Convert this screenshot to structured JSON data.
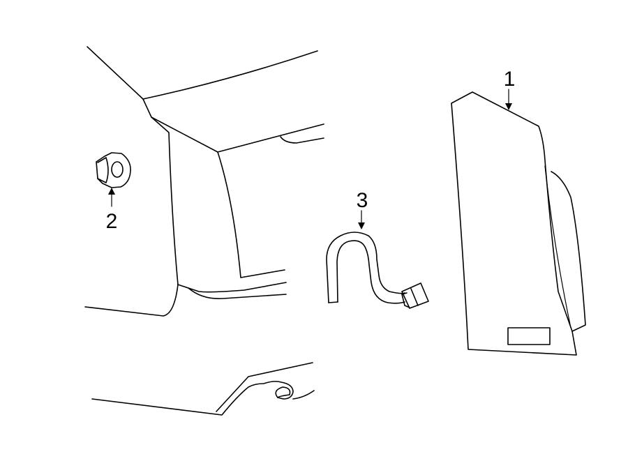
{
  "callouts": [
    {
      "number": "1",
      "part": "tail-lamp-assembly"
    },
    {
      "number": "2",
      "part": "nut"
    },
    {
      "number": "3",
      "part": "wire-harness-socket"
    }
  ],
  "colors": {
    "line": "#000000",
    "background": "#ffffff"
  }
}
